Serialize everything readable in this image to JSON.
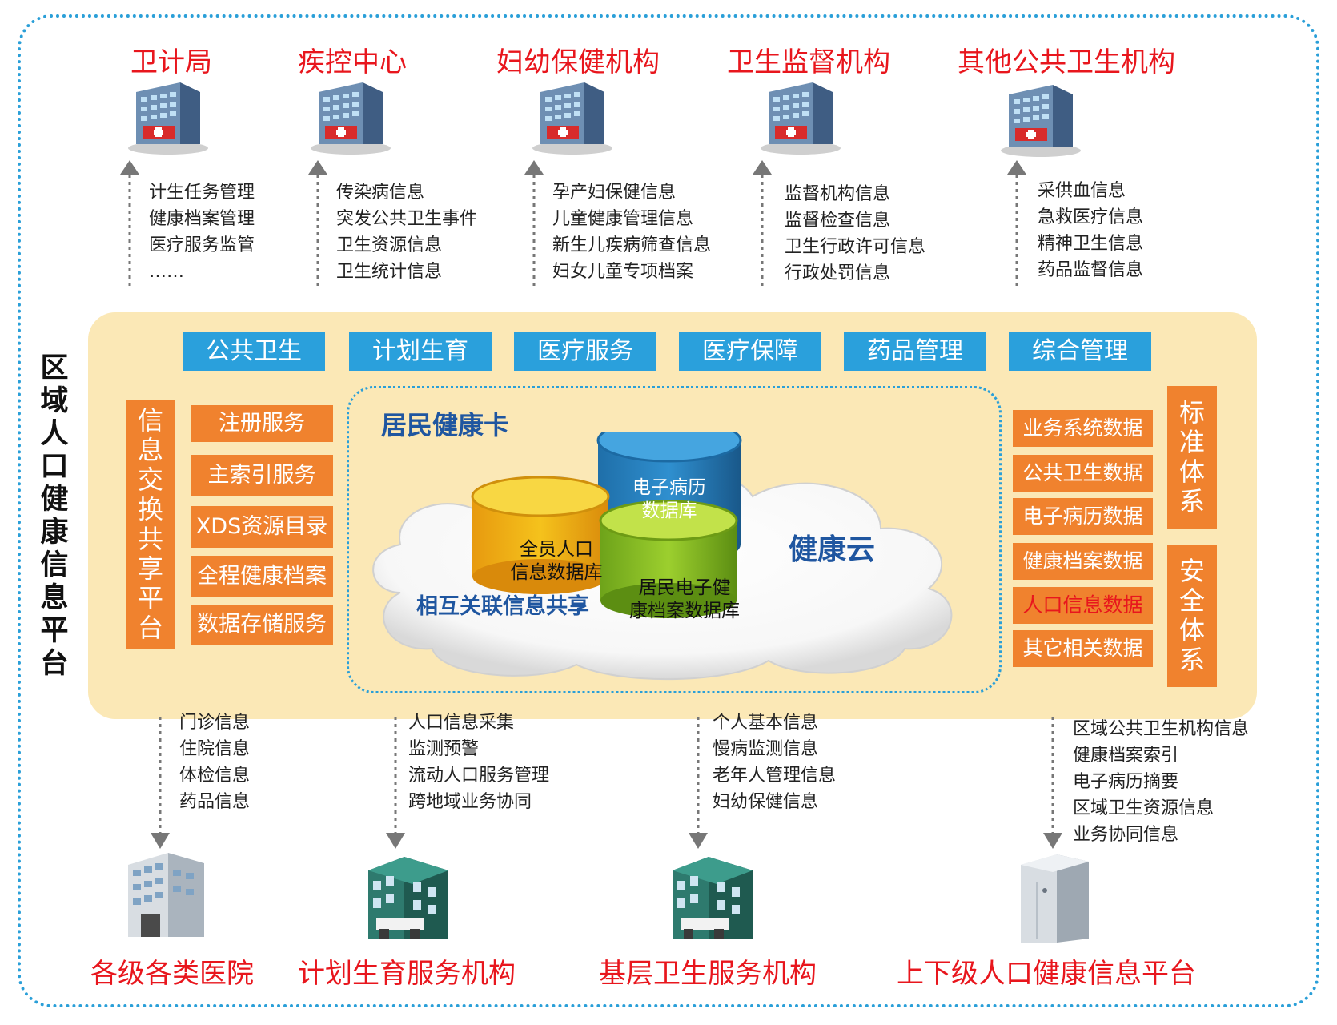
{
  "platform_title": [
    "区",
    "域",
    "人",
    "口",
    "健",
    "康",
    "信",
    "息",
    "平",
    "台"
  ],
  "top_institutions": [
    {
      "name": "卫计局",
      "info": [
        "计生任务管理",
        "健康档案管理",
        "医疗服务监管",
        "……"
      ]
    },
    {
      "name": "疾控中心",
      "info": [
        "传染病信息",
        "突发公共卫生事件",
        "卫生资源信息",
        "卫生统计信息"
      ]
    },
    {
      "name": "妇幼保健机构",
      "info": [
        "孕产妇保健信息",
        "儿童健康管理信息",
        "新生儿疾病筛查信息",
        "妇女儿童专项档案"
      ]
    },
    {
      "name": "卫生监督机构",
      "info": [
        "监督机构信息",
        "监督检查信息",
        "卫生行政许可信息",
        "行政处罚信息"
      ]
    },
    {
      "name": "其他公共卫生机构",
      "info": [
        "采供血信息",
        "急救医疗信息",
        "精神卫生信息",
        "药品监督信息"
      ]
    }
  ],
  "topics": [
    "公共卫生",
    "计划生育",
    "医疗服务",
    "医疗保障",
    "药品管理",
    "综合管理"
  ],
  "exchange_platform": {
    "title": [
      "信",
      "息",
      "交",
      "换",
      "共",
      "享",
      "平",
      "台"
    ],
    "services": [
      "注册服务",
      "主索引服务",
      "XDS资源目录",
      "全程健康档案",
      "数据存储服务"
    ]
  },
  "center": {
    "card": "居民健康卡",
    "cloud": "健康云",
    "share": "相互关联信息共享",
    "db_emr": [
      "电子病历",
      "数据库"
    ],
    "db_population": [
      "全员人口",
      "信息数据库"
    ],
    "db_health_record": [
      "居民电子健",
      "康档案数据库"
    ]
  },
  "data_items": [
    "业务系统数据",
    "公共卫生数据",
    "电子病历数据",
    "健康档案数据",
    "人口信息数据",
    "其它相关数据"
  ],
  "highlight_item_color": "#e8161d",
  "standard_system": [
    "标",
    "准",
    "体",
    "系"
  ],
  "security_system": [
    "安",
    "全",
    "体",
    "系"
  ],
  "bottom_institutions": [
    {
      "name": "各级各类医院",
      "info": [
        "门诊信息",
        "住院信息",
        "体检信息",
        "药品信息"
      ]
    },
    {
      "name": "计划生育服务机构",
      "info": [
        "人口信息采集",
        "监测预警",
        "流动人口服务管理",
        "跨地域业务协同"
      ]
    },
    {
      "name": "基层卫生服务机构",
      "info": [
        "个人基本信息",
        "慢病监测信息",
        "老年人管理信息",
        "妇幼保健信息"
      ]
    },
    {
      "name": "上下级人口健康信息平台",
      "info": [
        "区域公共卫生机构信息",
        "健康档案索引",
        "电子病历摘要",
        "区域卫生资源信息",
        "业务协同信息"
      ]
    }
  ],
  "colors": {
    "title_red": "#e8161d",
    "topic_blue": "#2aa0dc",
    "orange": "#f0822e",
    "panel": "#fbe8b6",
    "border_blue": "#2a9fd8"
  }
}
